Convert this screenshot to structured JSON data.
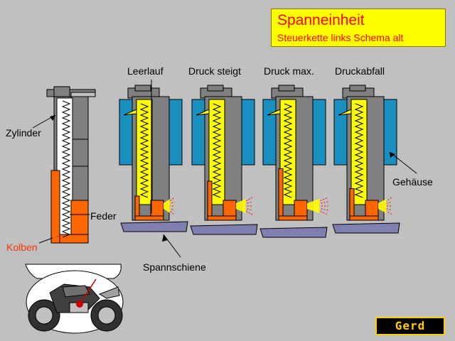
{
  "title": "Spanneinheit",
  "subtitle": "Steuerkette links Schema alt",
  "stages": [
    "Leerlauf",
    "Druck steigt",
    "Druck max.",
    "Druckabfall"
  ],
  "labels": {
    "zylinder": "Zylinder",
    "feder": "Feder",
    "kolben": "Kolben",
    "gehaeuse": "Gehäuse",
    "spannschiene": "Spannschiene"
  },
  "logo_text": "Gerd",
  "colors": {
    "background": "#c0c0c0",
    "title_box": "#ffff00",
    "title_text": "#ff0000",
    "cylinder": "#808080",
    "spring": "#ffff00",
    "piston": "#ff6600",
    "housing": "#1a8fc0",
    "rail": "#8080b0",
    "oil_spray": "#ff0000"
  },
  "pressure_levels": [
    0.2,
    0.5,
    0.75,
    0.35
  ]
}
